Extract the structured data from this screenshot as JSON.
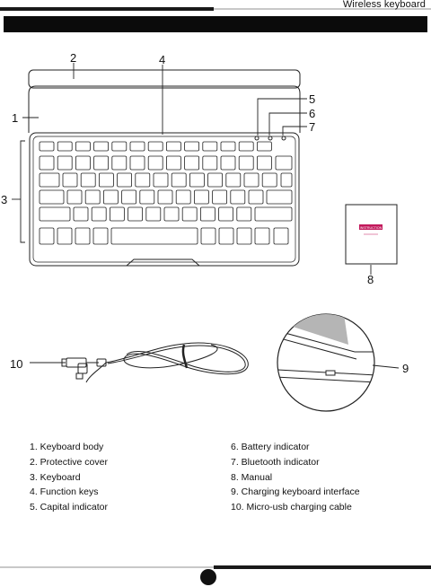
{
  "header": {
    "title": "Wireless keyboard"
  },
  "callouts": [
    "1",
    "2",
    "3",
    "4",
    "5",
    "6",
    "7",
    "8",
    "9",
    "10"
  ],
  "manual_cover_text": "INSTRUCTION",
  "legend": {
    "left": [
      "1. Keyboard body",
      "2.  Protective cover",
      "3.  Keyboard",
      "4.  Function keys",
      "5.  Capital indicator"
    ],
    "right": [
      "6. Battery indicator",
      "7. Bluetooth indicator",
      "8. Manual",
      "9. Charging keyboard interface",
      "10. Micro-usb charging cable"
    ]
  },
  "colors": {
    "rule_dark": "#1a1a1a",
    "rule_light": "#c8c8c8",
    "manual_badge": "#c2185b"
  }
}
